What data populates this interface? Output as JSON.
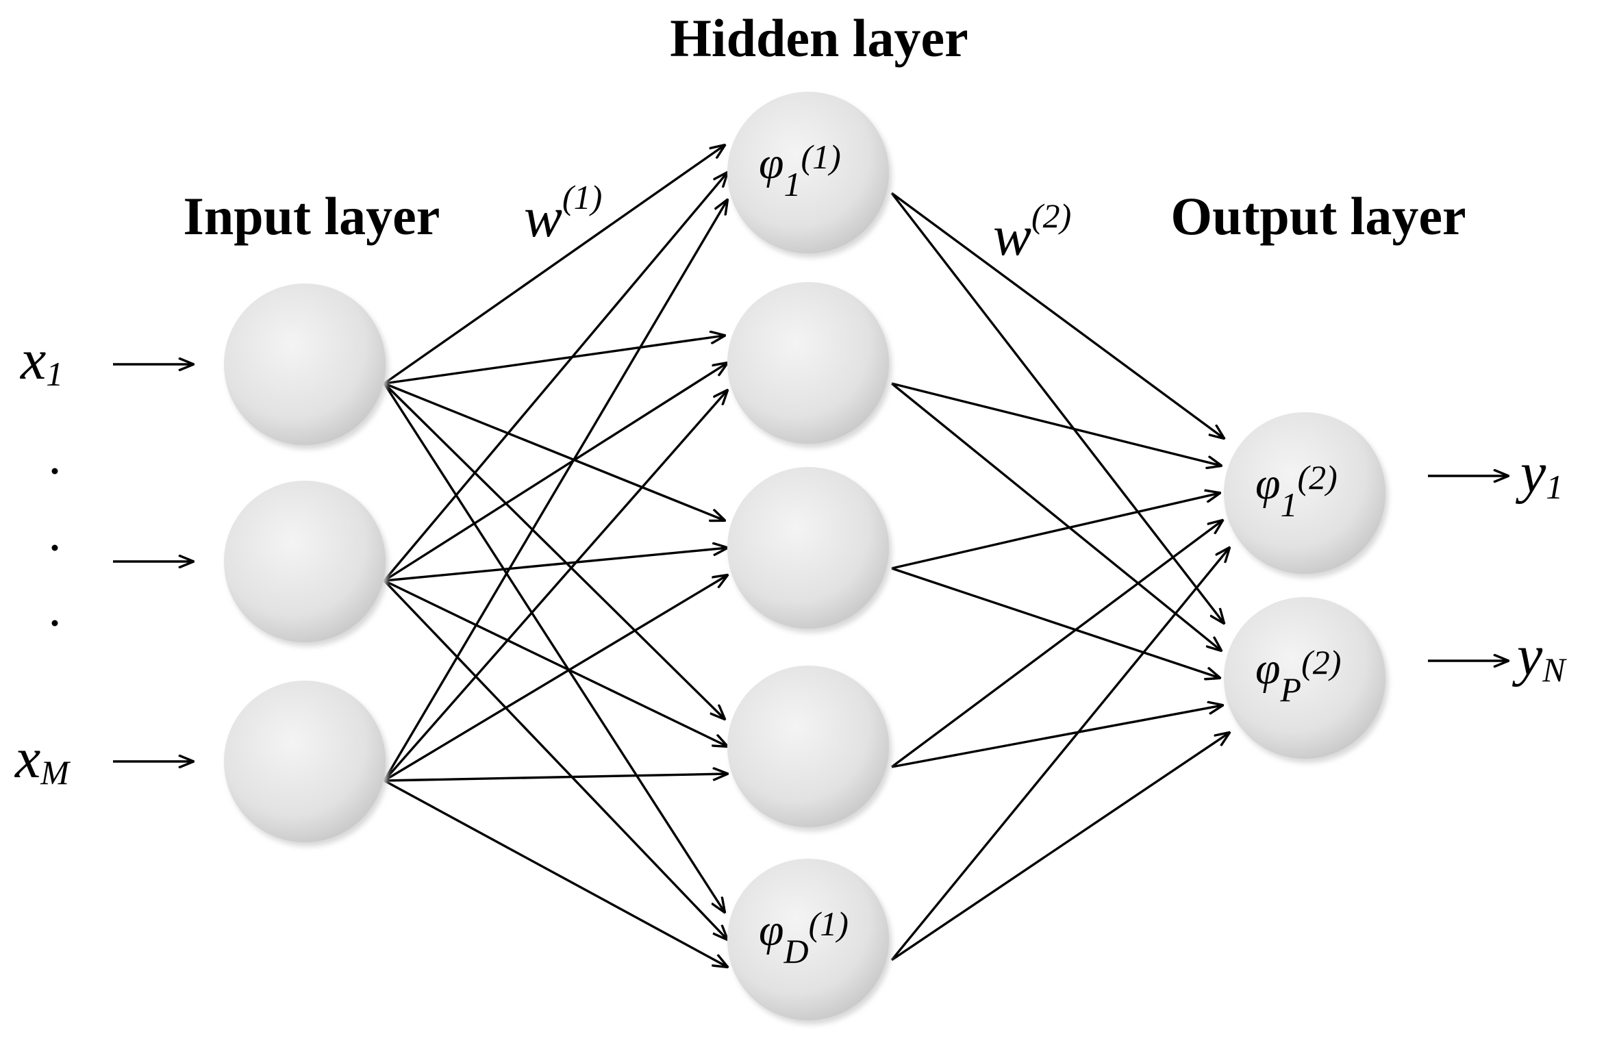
{
  "titles": {
    "input": "Input layer",
    "hidden": "Hidden layer",
    "output": "Output layer"
  },
  "weights": {
    "w1": {
      "base": "w",
      "sup": "(1)"
    },
    "w2": {
      "base": "w",
      "sup": "(2)"
    }
  },
  "inputs": [
    {
      "base": "x",
      "sub": "1"
    },
    {
      "base": "",
      "sub": ""
    },
    {
      "base": "x",
      "sub": "M"
    }
  ],
  "hidden_nodes": [
    {
      "base": "φ",
      "sub": "1",
      "sup": "(1)"
    },
    {
      "base": "",
      "sub": "",
      "sup": ""
    },
    {
      "base": "",
      "sub": "",
      "sup": ""
    },
    {
      "base": "",
      "sub": "",
      "sup": ""
    },
    {
      "base": "φ",
      "sub": "D",
      "sup": "(1)"
    }
  ],
  "output_nodes": [
    {
      "base": "φ",
      "sub": "1",
      "sup": "(2)"
    },
    {
      "base": "φ",
      "sub": "P",
      "sup": "(2)"
    }
  ],
  "outputs": [
    {
      "base": "y",
      "sub": "1"
    },
    {
      "base": "y",
      "sub": "N"
    }
  ],
  "ellipsis": "· · ·",
  "connectivity": "fully-connected"
}
